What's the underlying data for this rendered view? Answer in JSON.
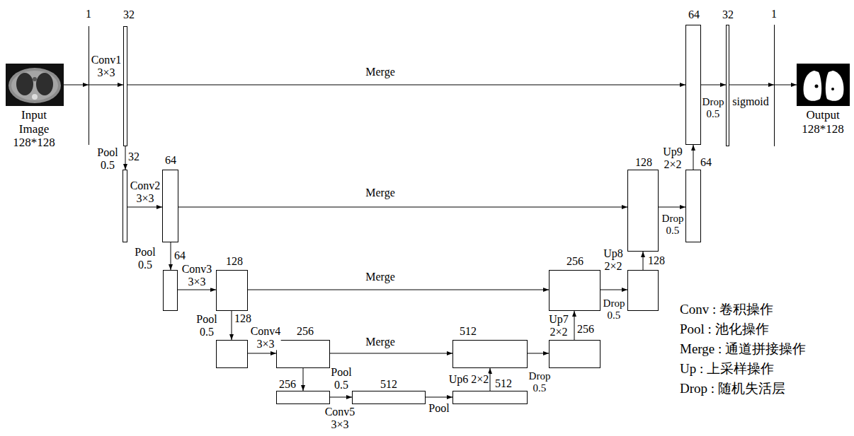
{
  "diagram": {
    "nodes": [
      {
        "text": [
          "Input Image 128*128"
        ]
      },
      {
        "text": [
          "1"
        ]
      },
      {
        "text": [
          "32"
        ]
      },
      {
        "text": [
          "32"
        ]
      },
      {
        "text": [
          "64"
        ]
      },
      {
        "text": [
          "64"
        ]
      },
      {
        "text": [
          "128"
        ]
      },
      {
        "text": [
          "128"
        ]
      },
      {
        "text": [
          "256"
        ]
      },
      {
        "text": [
          "256"
        ]
      },
      {
        "text": [
          "512"
        ]
      },
      {
        "text": [
          "512"
        ]
      },
      {
        "text": [
          "512"
        ]
      },
      {
        "text": [
          "256"
        ]
      },
      {
        "text": [
          "256"
        ]
      },
      {
        "text": [
          "128"
        ]
      },
      {
        "text": [
          "128"
        ]
      },
      {
        "text": [
          "64"
        ]
      },
      {
        "text": [
          "64"
        ]
      },
      {
        "text": [
          "32"
        ]
      },
      {
        "text": [
          "1"
        ]
      },
      {
        "text": [
          "Output 128*128"
        ]
      }
    ],
    "edges": [
      {
        "from": 0,
        "to": 1,
        "arrow": "to"
      },
      {
        "from": 1,
        "to": 2,
        "arrow": "to",
        "label": "Conv1 3×3"
      },
      {
        "from": 2,
        "to": 18,
        "arrow": "to",
        "label": "Merge"
      },
      {
        "from": 18,
        "to": 19,
        "arrow": "to",
        "label": "Drop 0.5"
      },
      {
        "from": 19,
        "to": 20,
        "arrow": "to",
        "label": "sigmoid"
      },
      {
        "from": 20,
        "to": 21,
        "arrow": "to"
      },
      {
        "from": 2,
        "to": 3,
        "arrow": "to",
        "label": "Pool 0.5"
      },
      {
        "from": 3,
        "to": 4,
        "arrow": "to",
        "label": "Conv2 3×3"
      },
      {
        "from": 4,
        "to": 16,
        "arrow": "to",
        "label": "Merge"
      },
      {
        "from": 16,
        "to": 17,
        "arrow": "to",
        "label": "Drop 0.5"
      },
      {
        "from": 17,
        "to": 18,
        "arrow": "to",
        "label": "Up9 2×2"
      },
      {
        "from": 4,
        "to": 5,
        "arrow": "to",
        "label": "Pool 0.5"
      },
      {
        "from": 5,
        "to": 6,
        "arrow": "to",
        "label": "Conv3 3×3"
      },
      {
        "from": 6,
        "to": 14,
        "arrow": "to",
        "label": "Merge"
      },
      {
        "from": 14,
        "to": 15,
        "arrow": "to",
        "label": "Drop 0.5"
      },
      {
        "from": 15,
        "to": 16,
        "arrow": "to",
        "label": "Up8 2×2"
      },
      {
        "from": 6,
        "to": 7,
        "arrow": "to",
        "label": "Pool 0.5"
      },
      {
        "from": 7,
        "to": 8,
        "arrow": "to",
        "label": "Conv4 3×3"
      },
      {
        "from": 8,
        "to": 12,
        "arrow": "to",
        "label": "Merge"
      },
      {
        "from": 12,
        "to": 13,
        "arrow": "to",
        "label": "Drop 0.5"
      },
      {
        "from": 13,
        "to": 14,
        "arrow": "to",
        "label": "Up7 2×2"
      },
      {
        "from": 8,
        "to": 9,
        "arrow": "to",
        "label": "Pool 0.5"
      },
      {
        "from": 9,
        "to": 10,
        "arrow": "to",
        "label": "Conv5 3×3"
      },
      {
        "from": 10,
        "to": 11,
        "arrow": "to",
        "label": "Pool"
      },
      {
        "from": 11,
        "to": 12,
        "arrow": "to",
        "label": "Up6 2×2"
      }
    ],
    "legend": [
      {
        "text": "Conv : 卷积操作"
      },
      {
        "text": "Pool : 池化操作"
      },
      {
        "text": "Merge : 通道拼接操作"
      },
      {
        "text": "Up : 上采样操作"
      },
      {
        "text": "Drop : 随机失活层"
      }
    ]
  }
}
